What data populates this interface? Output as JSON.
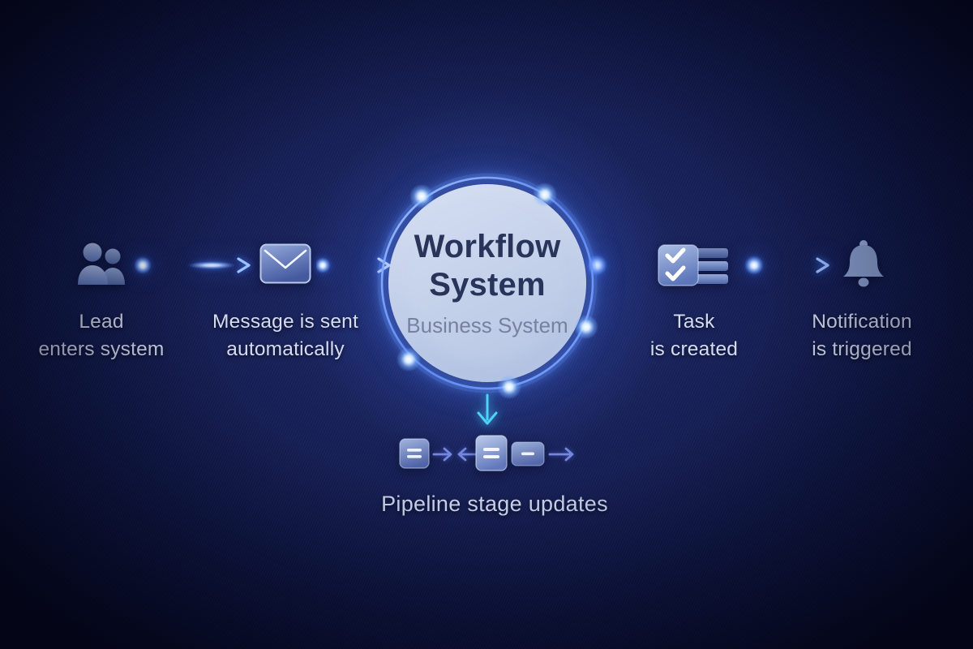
{
  "hub": {
    "title_line1": "Workflow",
    "title_line2": "System",
    "subtitle": "Business System"
  },
  "steps": [
    {
      "icon": "users-icon",
      "label_line1": "Lead",
      "label_line2": "enters system"
    },
    {
      "icon": "envelope-icon",
      "label_line1": "Message is sent",
      "label_line2": "automatically"
    },
    {
      "icon": "checklist-icon",
      "label_line1": "Task",
      "label_line2": "is created"
    },
    {
      "icon": "bell-icon",
      "label_line1": "Notification",
      "label_line2": "is triggered"
    }
  ],
  "pipeline": {
    "label": "Pipeline stage updates",
    "cards": [
      {
        "lines": 2
      },
      {
        "lines": 2
      },
      {
        "lines": 1
      }
    ]
  },
  "colors": {
    "background_navy": "#10183f",
    "arrow_blue": "#3f74f0",
    "arrow_highlight": "#9cc2ff",
    "glow_cyan": "#4ed2f7",
    "icon_fill_top": "#a9bce2",
    "icon_fill_bottom": "#5570b4",
    "hub_fill": "#c6d2ec",
    "hub_title_navy": "#29345a",
    "hub_subtitle_gray": "#76819f",
    "label_light": "#d6dcf0"
  }
}
